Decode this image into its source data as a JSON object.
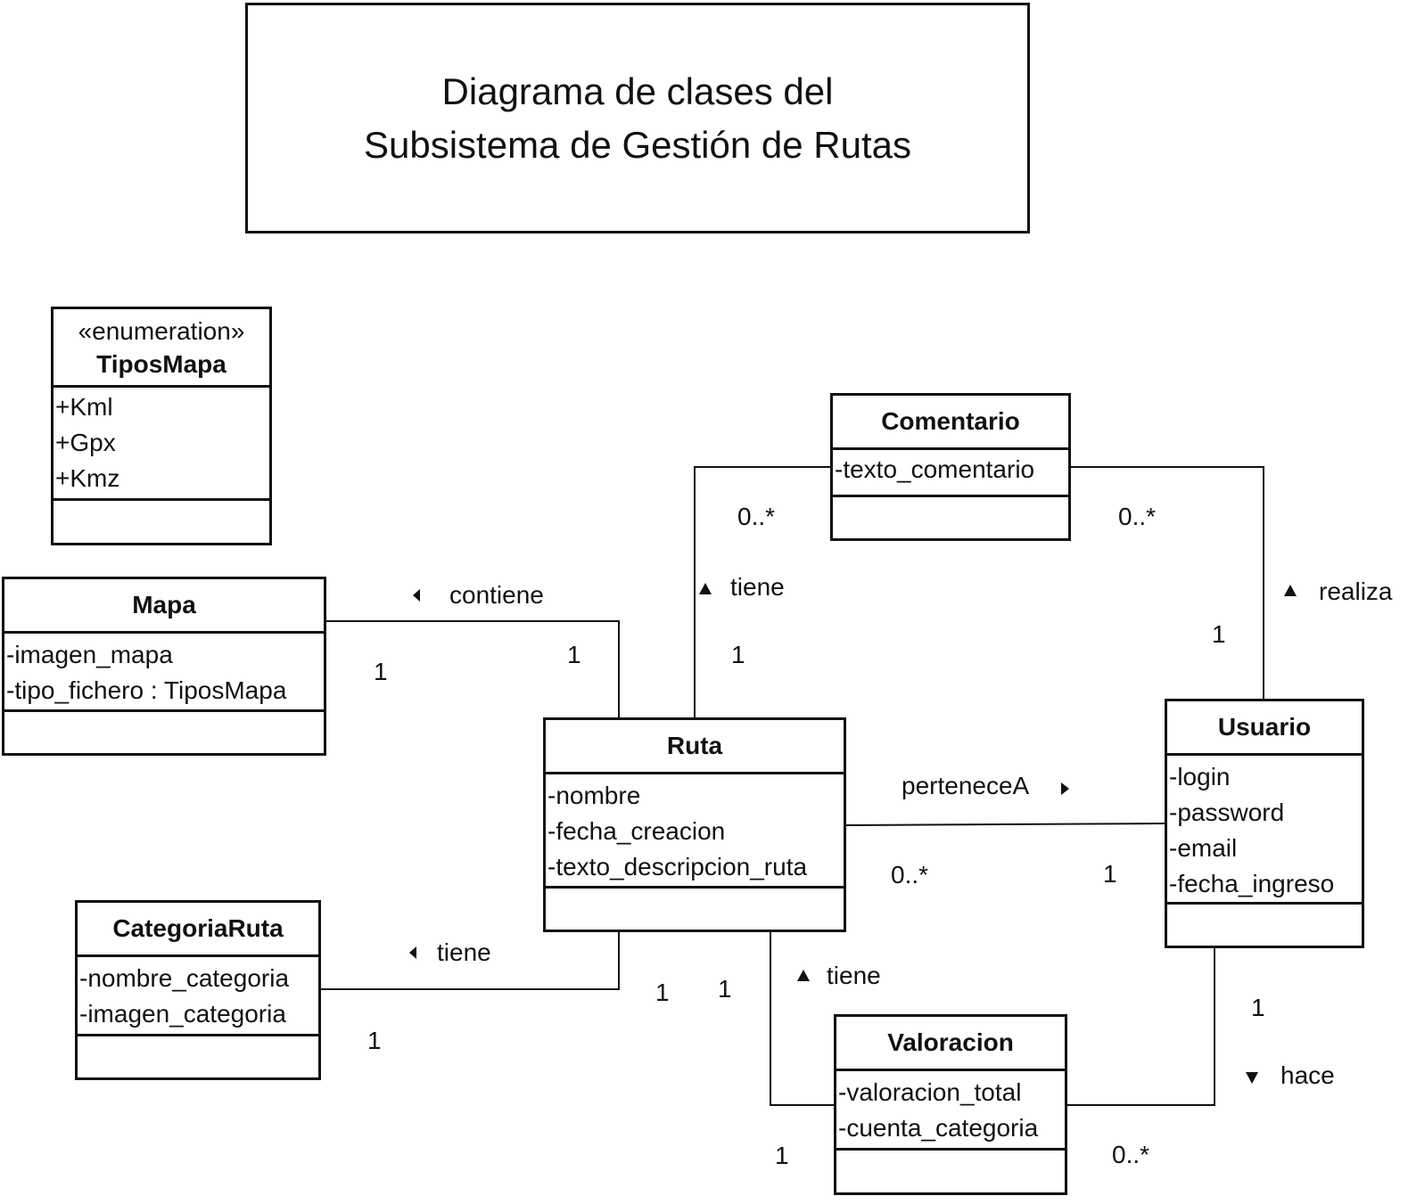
{
  "title": {
    "line1": "Diagrama de clases del",
    "line2": "Subsistema de Gestión de Rutas"
  },
  "classes": {
    "tiposmapa": {
      "stereotype": "«enumeration»",
      "name": "TiposMapa",
      "attributes": [
        "+Kml",
        "+Gpx",
        "+Kmz"
      ]
    },
    "mapa": {
      "name": "Mapa",
      "attributes": [
        "-imagen_mapa",
        "-tipo_fichero : TiposMapa"
      ]
    },
    "categoriaruta": {
      "name": "CategoriaRuta",
      "attributes": [
        "-nombre_categoria",
        "-imagen_categoria"
      ]
    },
    "ruta": {
      "name": "Ruta",
      "attributes": [
        "-nombre",
        "-fecha_creacion",
        "-texto_descripcion_ruta"
      ]
    },
    "comentario": {
      "name": "Comentario",
      "attributes": [
        "-texto_comentario"
      ]
    },
    "usuario": {
      "name": "Usuario",
      "attributes": [
        "-login",
        "-password",
        "-email",
        "-fecha_ingreso"
      ]
    },
    "valoracion": {
      "name": "Valoracion",
      "attributes": [
        "-valoracion_total",
        "-cuenta_categoria"
      ]
    }
  },
  "associations": {
    "mapa_ruta": {
      "label": "contiene",
      "arrow": "left",
      "mult_mapa": "1",
      "mult_ruta": "1"
    },
    "comentario_ruta": {
      "label": "tiene",
      "arrow": "up",
      "mult_comentario": "0..*",
      "mult_ruta": "1"
    },
    "comentario_usuario": {
      "label": "realiza",
      "arrow": "up",
      "mult_comentario": "0..*",
      "mult_usuario": "1"
    },
    "ruta_usuario": {
      "label": "perteneceA",
      "arrow": "right",
      "mult_ruta": "0..*",
      "mult_usuario": "1"
    },
    "categoria_ruta": {
      "label": "tiene",
      "arrow": "left",
      "mult_categoria": "1",
      "mult_ruta": "1"
    },
    "ruta_valoracion": {
      "label": "tiene",
      "arrow": "up",
      "mult_ruta": "1",
      "mult_valoracion": "1"
    },
    "usuario_valoracion": {
      "label": "hace",
      "arrow": "down",
      "mult_usuario": "1",
      "mult_valoracion": "0..*"
    }
  }
}
